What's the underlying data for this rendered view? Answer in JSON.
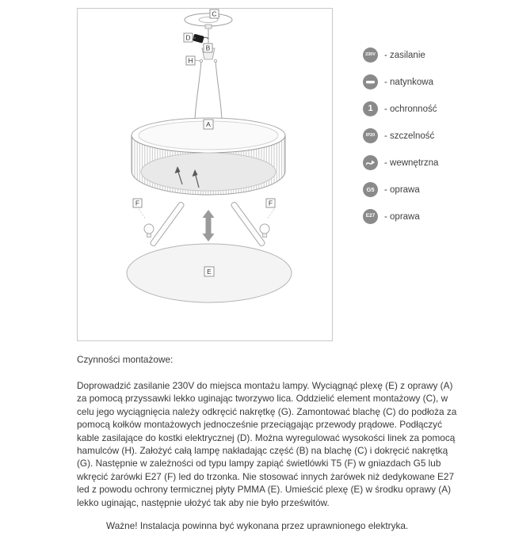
{
  "diagram": {
    "labels": {
      "a": "A",
      "b": "B",
      "c": "C",
      "d": "D",
      "e": "E",
      "f_left": "F",
      "f_right": "F",
      "h": "H"
    }
  },
  "legend": {
    "items": [
      {
        "glyph": "230V",
        "label": "- zasilanie"
      },
      {
        "glyph": "",
        "label": "- natynkowa"
      },
      {
        "glyph": "1",
        "label": "- ochronność"
      },
      {
        "glyph": "IP20",
        "label": "- szczelność"
      },
      {
        "glyph": "",
        "label": "- wewnętrzna"
      },
      {
        "glyph": "G5",
        "label": "- oprawa"
      },
      {
        "glyph": "E27",
        "label": "- oprawa"
      }
    ]
  },
  "instructions": {
    "heading": "Czynności montażowe:",
    "body": "Doprowadzić zasilanie 230V do miejsca montażu lampy. Wyciągnąć plexę (E) z oprawy (A) za pomocą przyssawki lekko uginając tworzywo lica. Oddzielić element montażowy (C), w celu jego wyciągnięcia należy odkręcić nakrętkę (G). Zamontować blachę (C) do podłoża za pomocą kołków montażowych jednocześnie przeciągając przewody prądowe. Podłączyć kable zasilające do kostki elektrycznej (D). Można wyregulować wysokości linek za pomocą hamulców (H). Założyć całą lampę nakładając część (B) na blachę (C) i dokręcić nakrętką (G). Następnie w zależności od typu lampy zapiąć świetlówki T5 (F) w gniazdach G5 lub wkręcić żarówki E27 (F) led do trzonka. Nie stosować innych żarówek niż dedykowane E27 led z powodu ochrony termicznej płyty PMMA (E). Umieścić plexę (E) w środku oprawy (A) lekko uginając, następnie ułożyć tak aby nie było prześwitów.",
    "important": "Ważne! Instalacja powinna być wykonana przez uprawnionego elektryka."
  },
  "colors": {
    "line": "#9e9e9e",
    "icon_bg": "#8a8a8a",
    "text": "#3a3a3a"
  }
}
